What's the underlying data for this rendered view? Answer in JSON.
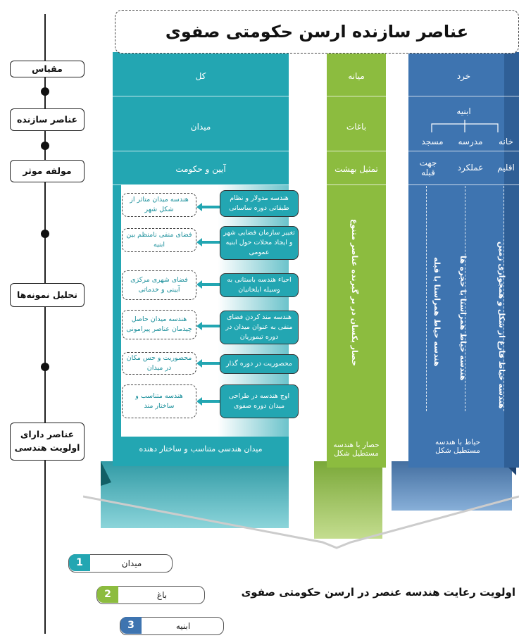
{
  "title": "عناصر سازنده ارسن حکومتی صفوی",
  "left_labels": {
    "scale": "مقیاس",
    "elements": "عناصر سازنده",
    "factor": "مولفه موثر",
    "analysis": "تحلیل نمونه‌ها",
    "priority_line1": "عناصر دارای",
    "priority_line2": "اولویت هندسی"
  },
  "col_kol": {
    "scale": "کل",
    "element": "میدان",
    "factor": "آیین و حکومت",
    "footer": "میدان هندسی متناسب و ساختار دهنده",
    "processes": [
      "هندسه مدولار و نظام طبقاتی دوره ساسانی",
      "تغییر سازمان فضایی شهر و ایجاد محلات حول ابنیه عمومی",
      "احیاء هندسه باستانی به وسیله ایلخانیان",
      "هندسه مند کردن فضای منفی به عنوان میدان در دوره تیموریان",
      "محصوریت در دوره گذار",
      "اوج هندسه در طراحی میدان دوره صفوی"
    ],
    "results": [
      "هندسه میدان متاثر از شکل شهر",
      "فضای منفی نامنظم بین ابنیه",
      "فضای شهری مرکزی آیینی و خدماتی",
      "هندسه میدان حاصل چیدمان عناصر پیرامونی",
      "محصوریت و حس مکان در میدان",
      "هندسه متناسب و ساختار مند"
    ]
  },
  "col_miane": {
    "scale": "میانه",
    "element": "باغات",
    "factor": "تمثیل بهشت",
    "vertical": "حصار یکسان در بر گیرنده عناصر متنوع",
    "footer_line1": "حصار با هندسه",
    "footer_line2": "مستطیل شکل"
  },
  "col_khord": {
    "scale": "خرد",
    "element": "ابنیه",
    "sub_elements": [
      "خانه",
      "مدرسه",
      "مسجد"
    ],
    "factors": [
      "اقلیم",
      "عملکرد",
      "جهت قبله"
    ],
    "verticals": [
      "هندسه حیاط فارغ از شکل و همجواری زمین",
      "هندسه حیاط همراستا با حجره ها",
      "هندسه حیاط همراستا با قبله"
    ],
    "footer_line1": "حیاط با هندسه",
    "footer_line2": "مستطیل شکل"
  },
  "priority": {
    "heading": "اولویت رعایت هندسه عنصر در ارسن حکومتی صفوی",
    "items": [
      {
        "num": "1",
        "label": "میدان"
      },
      {
        "num": "2",
        "label": "باغ"
      },
      {
        "num": "3",
        "label": "ابنیه"
      }
    ]
  },
  "colors": {
    "teal": "#23a6b2",
    "green": "#8cbc3f",
    "blue": "#3e74b0"
  }
}
